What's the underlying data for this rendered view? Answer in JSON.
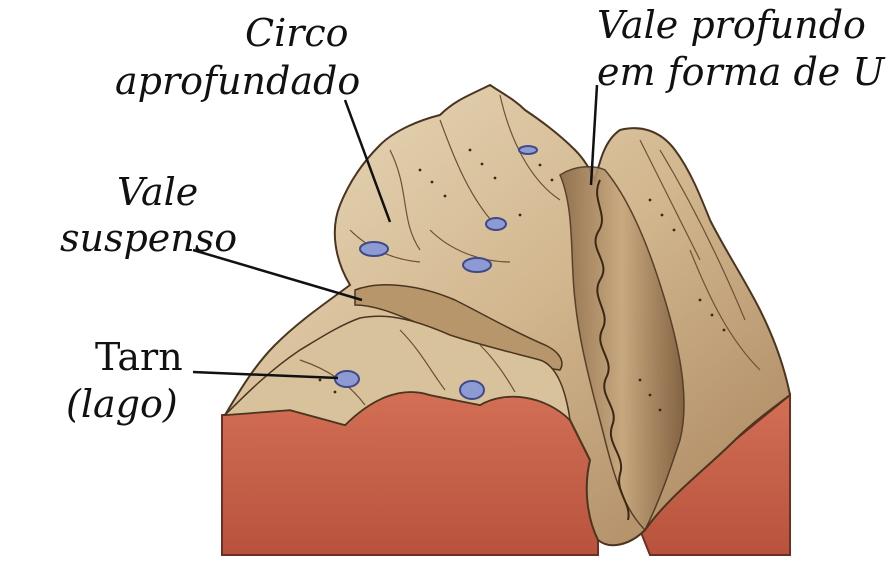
{
  "labels": {
    "circo_line1": "Circo",
    "circo_line2": "aprofundado",
    "vale_profundo_line1": "Vale profundo",
    "vale_profundo_line2": "em forma de U",
    "vale_suspenso_line1": "Vale",
    "vale_suspenso_line2": "suspenso",
    "tarn_line1": "Tarn",
    "tarn_line2": "(lago)"
  },
  "colors": {
    "base_block": "#c8624a",
    "base_block_dark": "#9e4432",
    "rock": "#cdb08a",
    "rock_light": "#e8d6b4",
    "rock_dark": "#7a5a3c",
    "lake": "#8d9ad3",
    "lake_edge": "#3f4a86",
    "text": "#111111"
  }
}
